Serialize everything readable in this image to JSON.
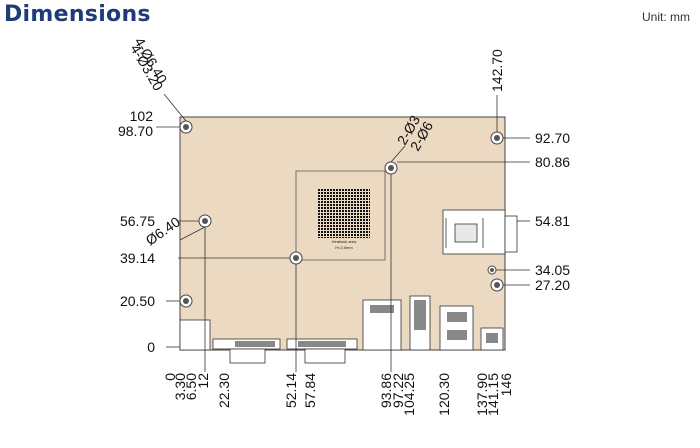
{
  "header": {
    "title": "Dimensions",
    "unit": "Unit: mm"
  },
  "left_labels": [
    "102",
    "98.70",
    "56.75",
    "39.14",
    "20.50",
    "0"
  ],
  "right_labels": [
    "92.70",
    "80.86",
    "54.81",
    "34.05",
    "27.20"
  ],
  "top_label": "142.70",
  "hole_labels": [
    "4-Ø6.40",
    "4-Ø3.20",
    "2-Ø3",
    "2-Ø6",
    "Ø6.40"
  ],
  "bottom_labels": [
    "0",
    "3.30",
    "6.50",
    "12",
    "22.30",
    "52.14",
    "57.84",
    "93.86",
    "97.22",
    "104.25",
    "120.30",
    "137.90",
    "141.15",
    "146"
  ],
  "heatsink": {
    "line1": "Heatsink area",
    "line2": "H<2.0mm"
  }
}
